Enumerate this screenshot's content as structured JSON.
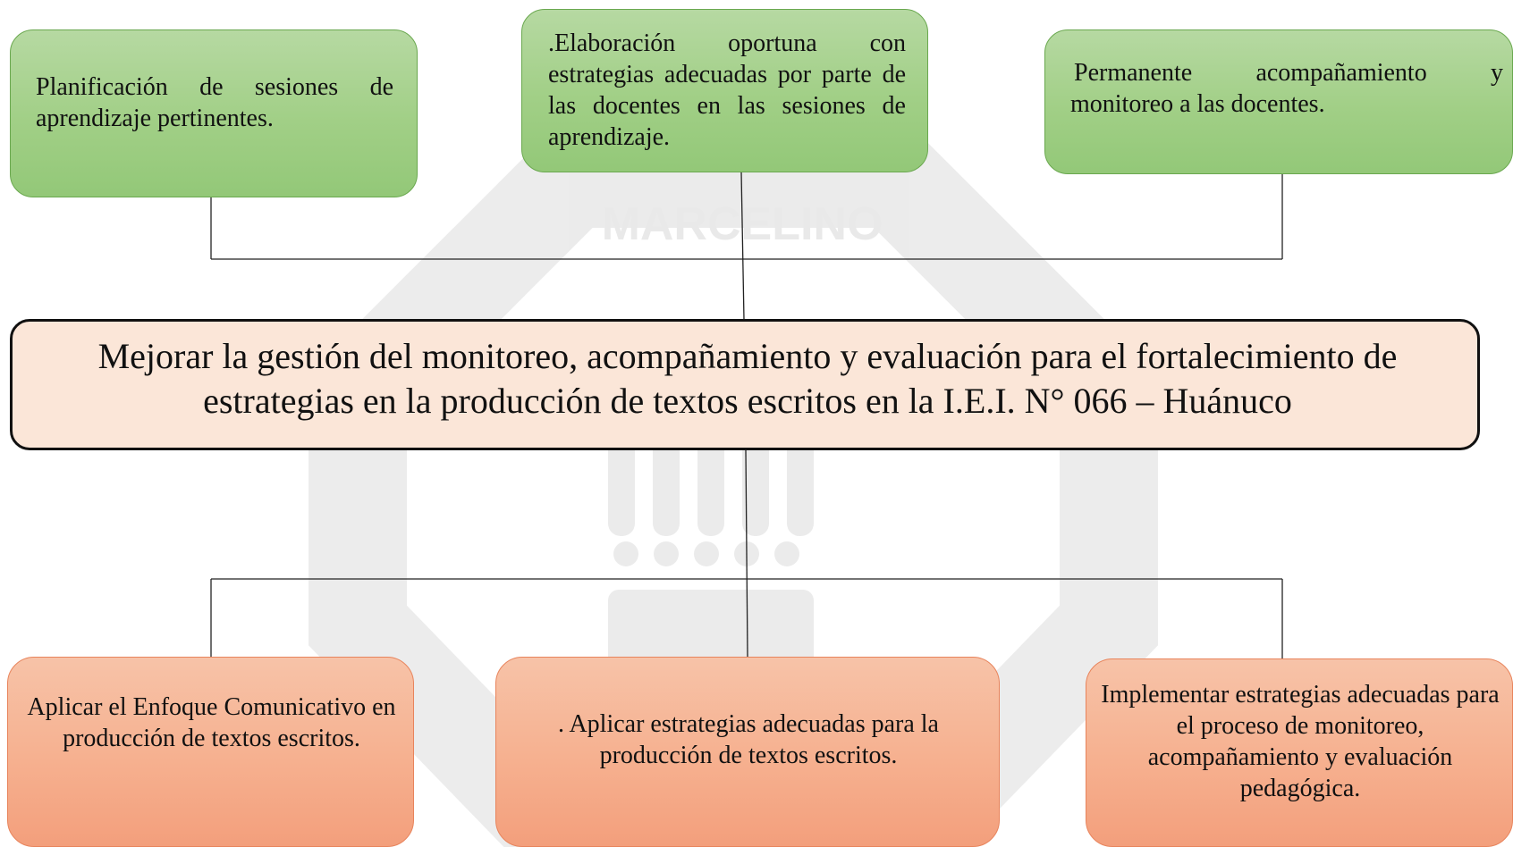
{
  "watermark": {
    "icon": "university-seal",
    "text": "MARCELINO"
  },
  "top_boxes": [
    {
      "text_line1": "Planificación de sesiones de",
      "text_line2": "aprendizaje pertinentes."
    },
    {
      "text_line1": ".Elaboración oportuna con",
      "text_line2": "estrategias adecuadas por parte de las docentes en las sesiones de aprendizaje."
    },
    {
      "text_line1": "Permanente acompañamiento y",
      "text_line2": "monitoreo a las docentes."
    }
  ],
  "central": {
    "title": "Mejorar la gestión del monitoreo, acompañamiento y evaluación para el fortalecimiento de estrategias en la producción de textos escritos en la I.E.I. N° 066 – Huánuco"
  },
  "bottom_boxes": [
    {
      "text": "Aplicar el Enfoque Comunicativo en producción de textos escritos."
    },
    {
      "text": ". Aplicar estrategias adecuadas para la producción de textos escritos."
    },
    {
      "text": "Implementar estrategias adecuadas para el proceso de monitoreo, acompañamiento y evaluación pedagógica."
    }
  ],
  "colors": {
    "green_box": "#a1cf86",
    "orange_box": "#f6b08f",
    "central_box": "#fbe6d8",
    "connector": "#222222"
  }
}
